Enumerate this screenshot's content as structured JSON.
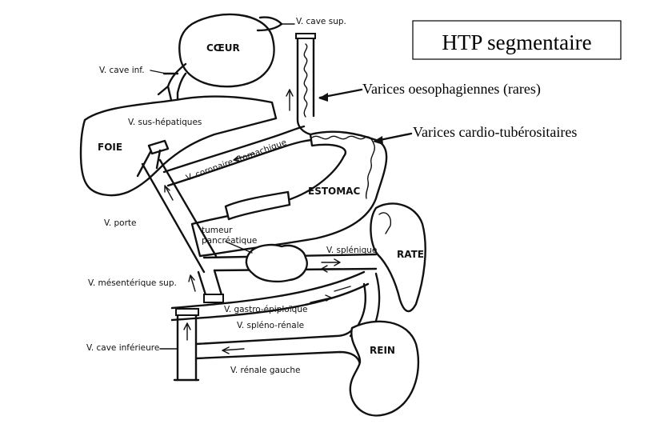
{
  "title": "HTP segmentaire",
  "annotations": {
    "varices_oeso": "Varices oesophagiennes (rares)",
    "varices_cardio": "Varices cardio-tubérositaires"
  },
  "labels": {
    "v_cave_sup": "V. cave sup.",
    "coeur": "CŒUR",
    "v_cave_inf": "V. cave inf.",
    "v_sus_hepatiques": "V. sus-hépatiques",
    "foie": "FOIE",
    "v_coronaire": "V. coronaire stomachique",
    "estomac": "ESTOMAC",
    "v_porte": "V. porte",
    "tumeur": "tumeur",
    "pancreatique": "pancréatique",
    "v_splenique": "V. splénique",
    "rate": "RATE",
    "v_mesenterique": "V. mésentérique sup.",
    "v_gastro": "V. gastro-épiploïque",
    "v_spleno_renale": "V. spléno-rénale",
    "v_cave_inferieure": "V. cave inférieure",
    "rein": "REIN",
    "v_renale": "V. rénale gauche"
  }
}
